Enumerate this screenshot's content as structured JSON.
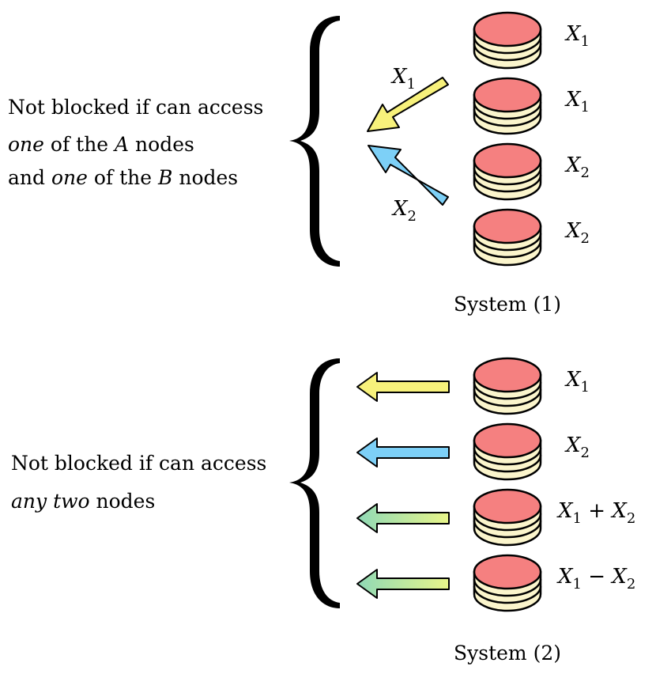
{
  "system1": {
    "description_lines": [
      [
        {
          "text": "Not blocked if can access",
          "italic": false
        }
      ],
      [
        {
          "text": "one",
          "italic": true
        },
        {
          "text": " of the ",
          "italic": false
        },
        {
          "text": "A",
          "italic": true
        },
        {
          "text": " nodes",
          "italic": false
        }
      ],
      [
        {
          "text": "and ",
          "italic": false
        },
        {
          "text": "one",
          "italic": true
        },
        {
          "text": " of the ",
          "italic": false
        },
        {
          "text": "B",
          "italic": true
        },
        {
          "text": " nodes",
          "italic": false
        }
      ]
    ],
    "caption": "System (1)",
    "arrows": [
      {
        "label": {
          "var": "X",
          "sub": "1"
        },
        "color": "#f7f17b"
      },
      {
        "label": {
          "var": "X",
          "sub": "2"
        },
        "color": "#7dd0f7"
      }
    ],
    "nodes": [
      {
        "label": [
          {
            "var": "X",
            "sub": "1"
          }
        ]
      },
      {
        "label": [
          {
            "var": "X",
            "sub": "1"
          }
        ]
      },
      {
        "label": [
          {
            "var": "X",
            "sub": "2"
          }
        ]
      },
      {
        "label": [
          {
            "var": "X",
            "sub": "2"
          }
        ]
      }
    ]
  },
  "system2": {
    "description_lines": [
      [
        {
          "text": "Not blocked if can access",
          "italic": false
        }
      ],
      [
        {
          "text": "any two",
          "italic": true
        },
        {
          "text": " nodes",
          "italic": false
        }
      ]
    ],
    "caption": "System (2)",
    "arrows": [
      {
        "gradient": [
          "#f7f17b",
          "#f7f17b"
        ]
      },
      {
        "gradient": [
          "#7dd0f7",
          "#7dd0f7"
        ]
      },
      {
        "gradient": [
          "#8fd9b6",
          "#e8f58a"
        ]
      },
      {
        "gradient": [
          "#8fd9b6",
          "#e8f58a"
        ]
      }
    ],
    "nodes": [
      {
        "label": [
          {
            "var": "X",
            "sub": "1"
          }
        ]
      },
      {
        "label": [
          {
            "var": "X",
            "sub": "2"
          }
        ]
      },
      {
        "label": [
          {
            "var": "X",
            "sub": "1"
          },
          {
            "op": " + "
          },
          {
            "var": "X",
            "sub": "2"
          }
        ]
      },
      {
        "label": [
          {
            "var": "X",
            "sub": "1"
          },
          {
            "op": " − "
          },
          {
            "var": "X",
            "sub": "2"
          }
        ]
      }
    ]
  },
  "colors": {
    "disk_top": "#f58080",
    "disk_body": "#fbf5cc",
    "outline": "#000000"
  }
}
